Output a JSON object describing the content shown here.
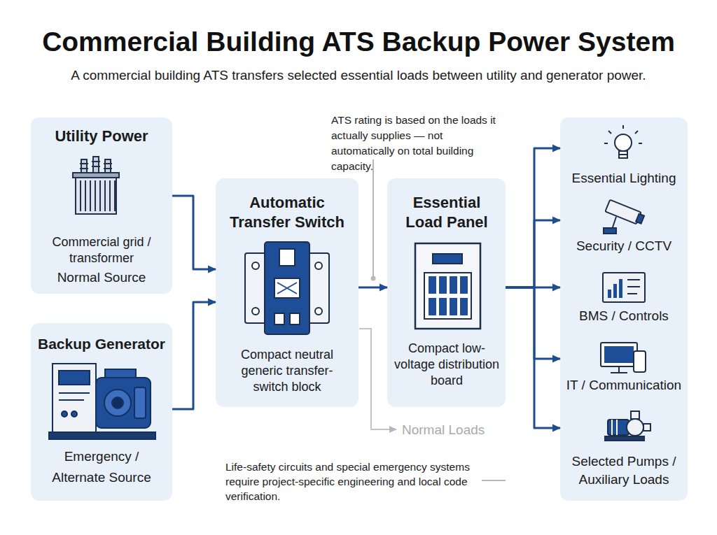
{
  "diagram": {
    "title": "Commercial Building ATS Backup Power System",
    "caption": "A commercial building ATS transfers selected essential loads between utility and generator power.",
    "nodes": [
      {
        "text": [
          "Utility Power",
          "Commercial grid / transformer",
          "Normal Source"
        ]
      },
      {
        "text": [
          "Backup Generator",
          "Emergency / Alternate Source"
        ]
      },
      {
        "text": [
          "Automatic Transfer Switch",
          "Compact neutral generic transfer-switch block"
        ]
      },
      {
        "text": [
          "Essential Load Panel",
          "Compact low-voltage distribution board"
        ]
      },
      {
        "text": [
          "Essential Lighting"
        ]
      },
      {
        "text": [
          "Security / CCTV"
        ]
      },
      {
        "text": [
          "BMS / Controls"
        ]
      },
      {
        "text": [
          "IT / Communication"
        ]
      },
      {
        "text": [
          "Selected Pumps / Auxiliary Loads"
        ]
      }
    ],
    "edges": [
      {
        "from": 0,
        "to": 2,
        "arrow": "to"
      },
      {
        "from": 1,
        "to": 2,
        "arrow": "to"
      },
      {
        "from": 2,
        "to": 3,
        "arrow": "to"
      },
      {
        "from": 3,
        "to": 4,
        "arrow": "to"
      },
      {
        "from": 3,
        "to": 5,
        "arrow": "to"
      },
      {
        "from": 3,
        "to": 6,
        "arrow": "to"
      },
      {
        "from": 3,
        "to": 7,
        "arrow": "to"
      },
      {
        "from": 3,
        "to": 8,
        "arrow": "to"
      }
    ],
    "labels": [
      "ATS rating is based on the loads it actually supplies — not automatically on total building capacity.",
      "Normal Loads",
      "Life-safety circuits and special emergency systems require project-specific engineering and local code verification."
    ]
  }
}
